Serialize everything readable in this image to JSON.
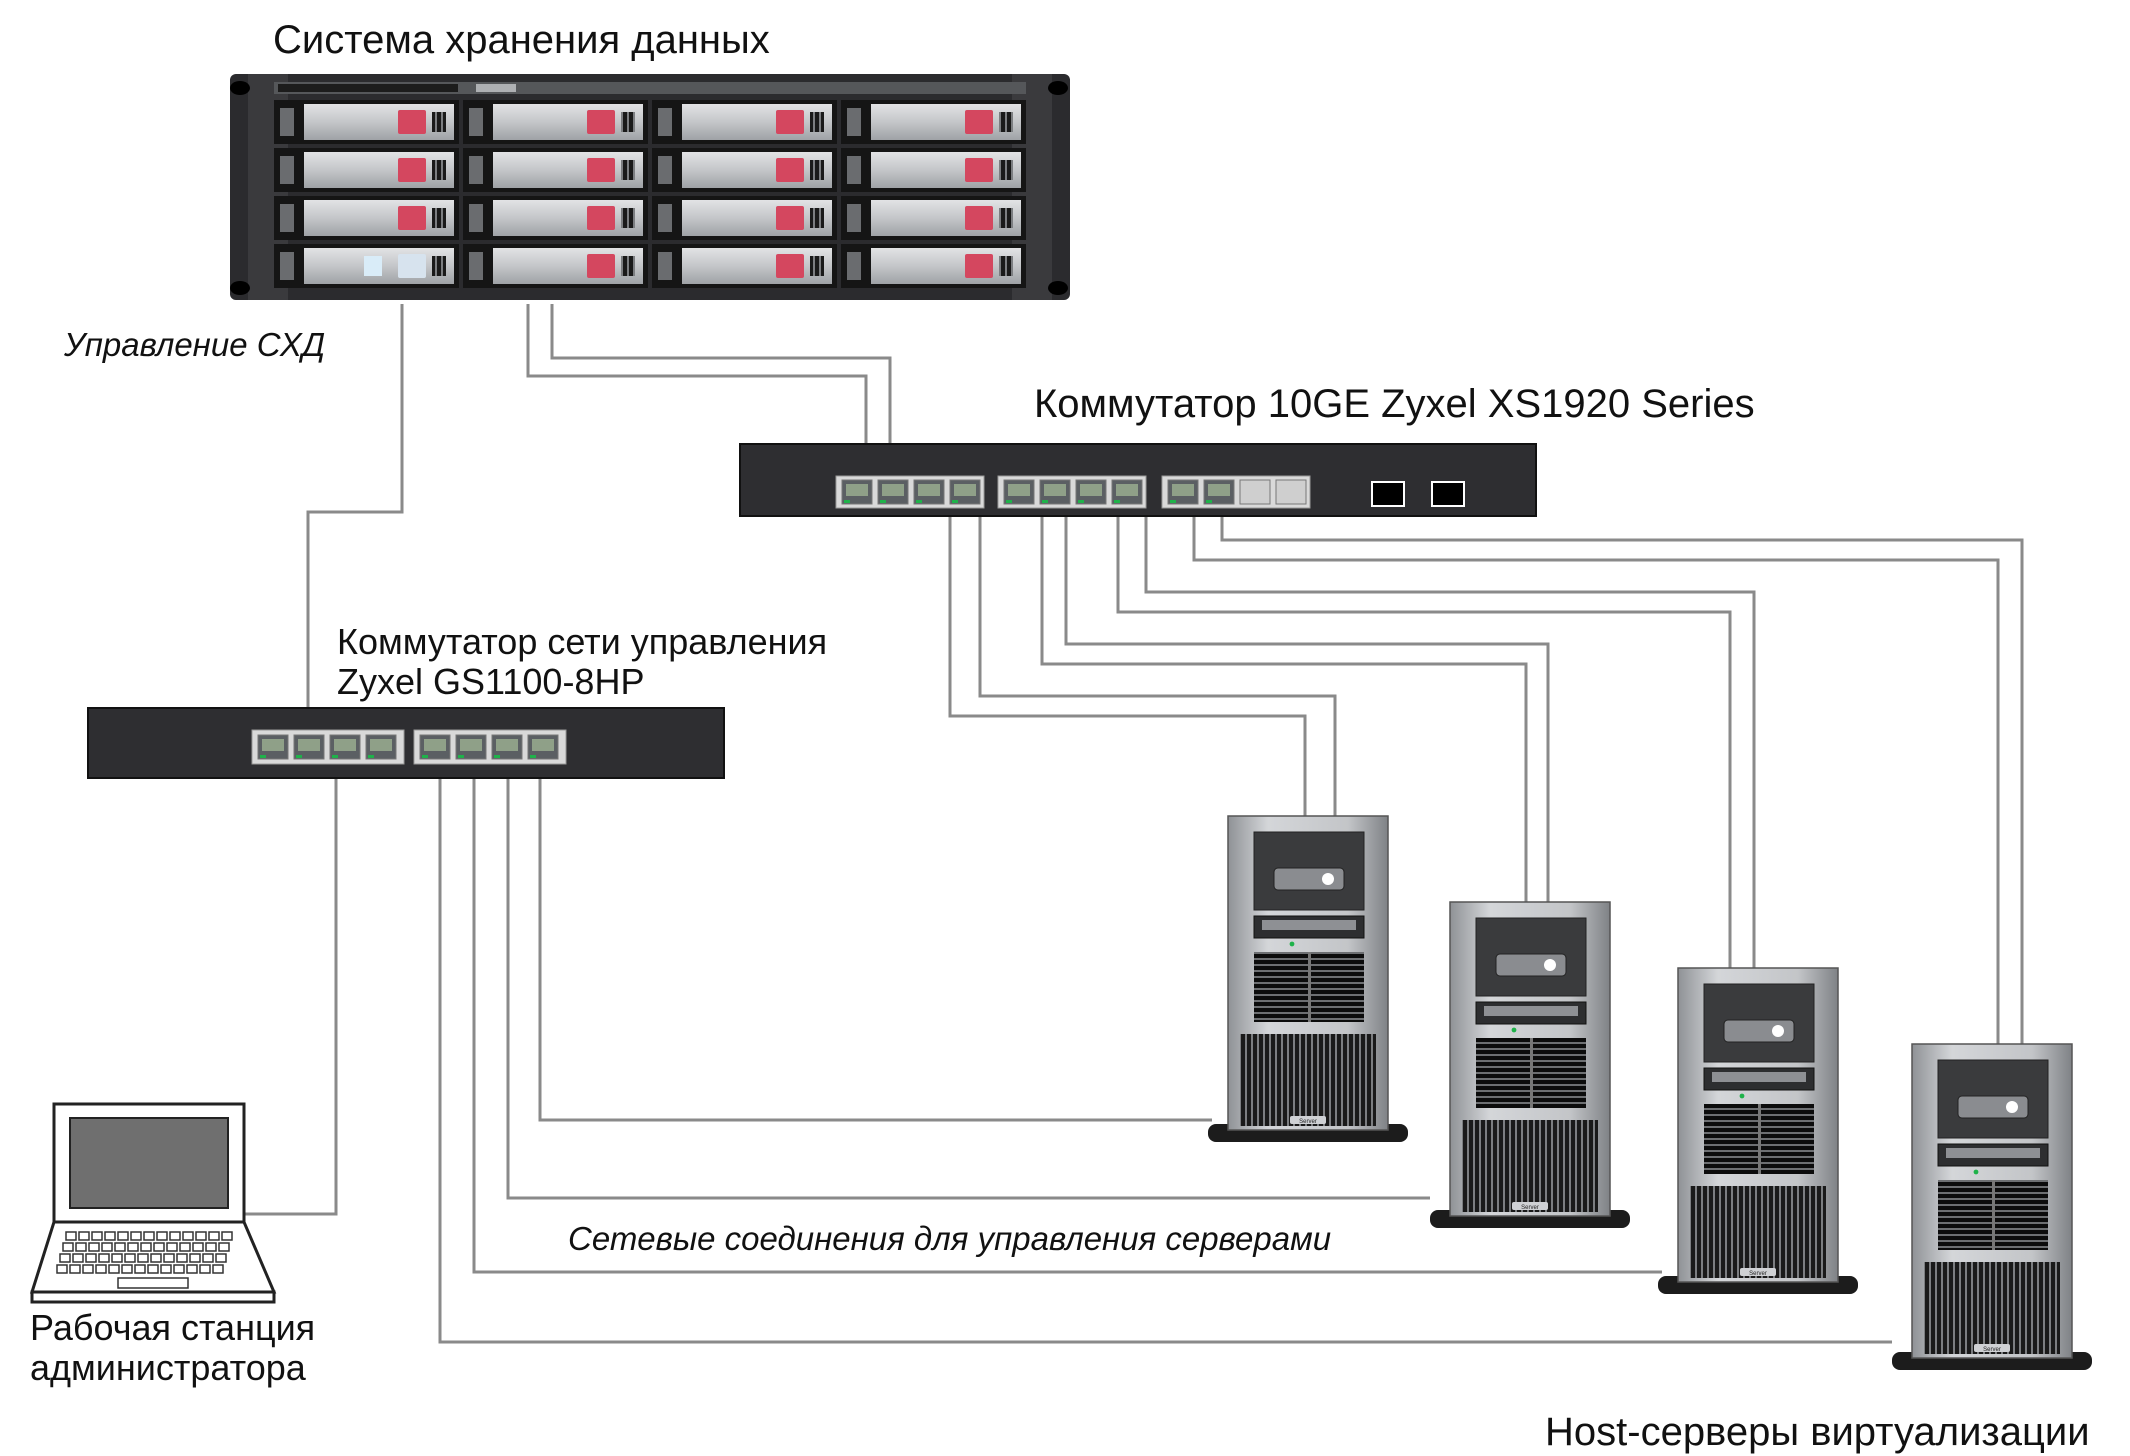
{
  "labels": {
    "storage_title": "Система хранения данных",
    "storage_mgmt": "Управление СХД",
    "core_switch": "Коммутатор 10GE  Zyxel XS1920 Series",
    "mgmt_switch_line1": "Коммутатор сети управления",
    "mgmt_switch_line2": "Zyxel GS1100-8HP",
    "server_mgmt_links": "Сетевые соединения для управления серверами",
    "workstation_line1": "Рабочая станция",
    "workstation_line2": "администратора",
    "hosts": "Host-серверы виртуализации"
  },
  "devices": {
    "storage_drive_bays": 16,
    "core_switch_copper_ports": 12,
    "core_switch_sfp_ports": 2,
    "mgmt_switch_ports": 8,
    "host_servers": 4,
    "server_badge": "Server"
  },
  "colors": {
    "cable": "#8a8a8a",
    "device_body": "#2e2e31",
    "drive_handle": "#d4475f",
    "server_case": "#b9bbbe"
  }
}
